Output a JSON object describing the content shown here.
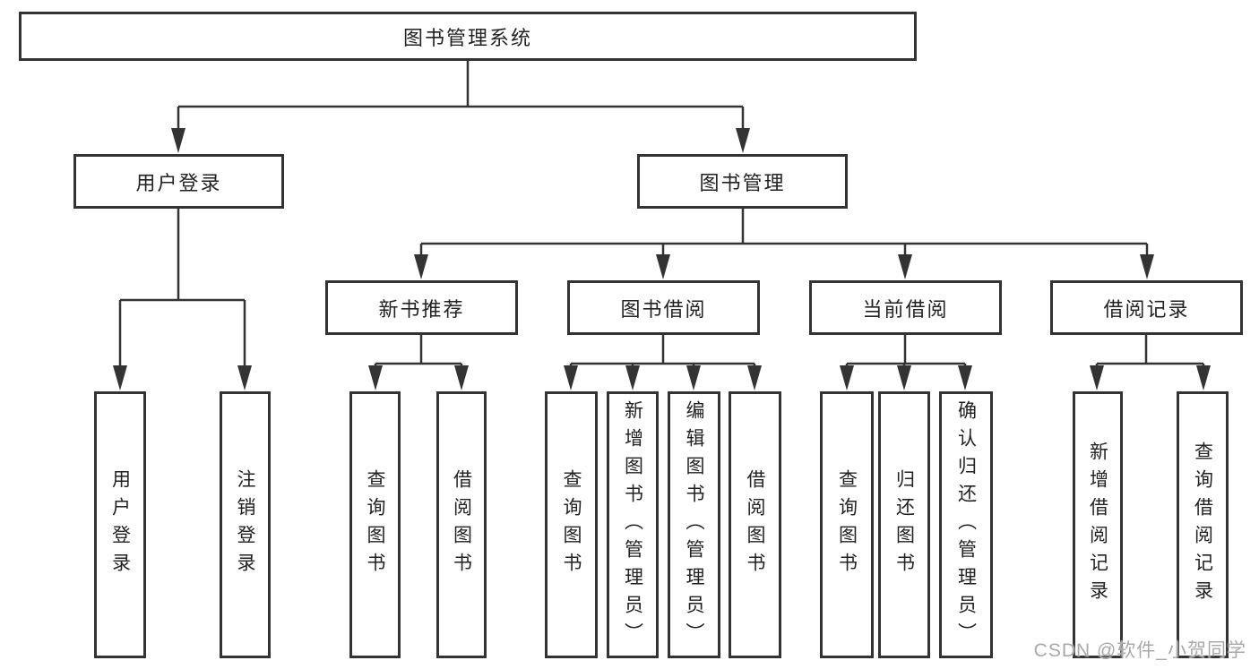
{
  "diagram": {
    "type": "tree",
    "root": {
      "label": "图书管理系统"
    },
    "branches": [
      {
        "label": "用户登录",
        "children": [
          {
            "label": "用户登录"
          },
          {
            "label": "注销登录"
          }
        ]
      },
      {
        "label": "图书管理",
        "children": [
          {
            "label": "新书推荐",
            "children": [
              {
                "label": "查询图书"
              },
              {
                "label": "借阅图书"
              }
            ]
          },
          {
            "label": "图书借阅",
            "children": [
              {
                "label": "查询图书"
              },
              {
                "label": "新增图书（管理员）"
              },
              {
                "label": "编辑图书（管理员）"
              },
              {
                "label": "借阅图书"
              }
            ]
          },
          {
            "label": "当前借阅",
            "children": [
              {
                "label": "查询图书"
              },
              {
                "label": "归还图书"
              },
              {
                "label": "确认归还（管理员）"
              }
            ]
          },
          {
            "label": "借阅记录",
            "children": [
              {
                "label": "新增借阅记录"
              },
              {
                "label": "查询借阅记录"
              }
            ]
          }
        ]
      }
    ],
    "colors": {
      "line": "#333333",
      "node_border": "#333333",
      "node_fill": "#ffffff",
      "text": "#222222"
    }
  },
  "watermark": {
    "text": "CSDN @软件_小贺同学",
    "color": "#a9a9a9"
  }
}
